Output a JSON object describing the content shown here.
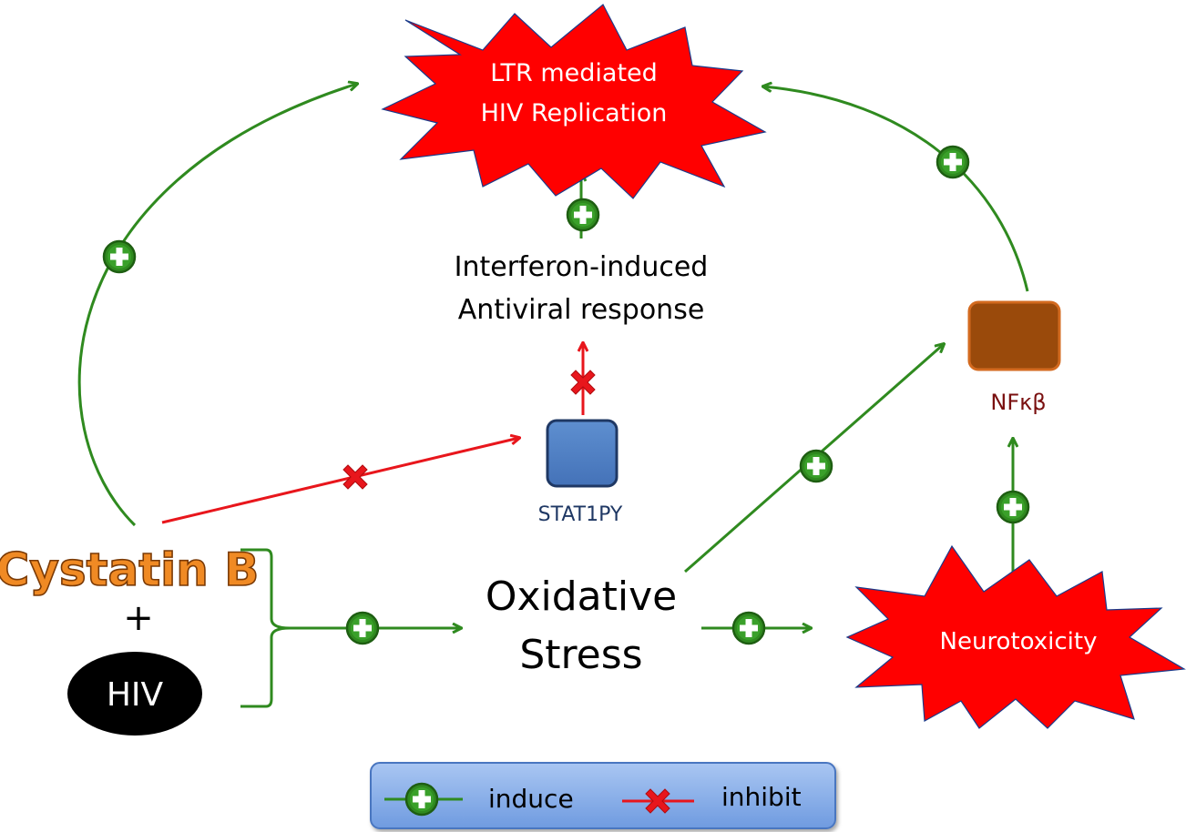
{
  "labels": {
    "ltr_line1": "LTR mediated",
    "ltr_line2": "HIV Replication",
    "interferon_line1": "Interferon-induced",
    "interferon_line2": "Antiviral response",
    "stat1py": "STAT1PY",
    "nfkb": "NFκβ",
    "cystatin": "Cystatin B",
    "plus": "+",
    "hiv": "HIV",
    "oxidative_line1": "Oxidative",
    "oxidative_line2": "Stress",
    "neurotoxicity": "Neurotoxicity"
  },
  "legend": {
    "induce": "induce",
    "inhibit": "inhibit"
  },
  "colors": {
    "induce_green": "#2f8a1f",
    "induce_dark": "#1e5e12",
    "inhibit_red": "#e8161c",
    "burst_red": "#ff0000",
    "stat1py_blue": "#4f7fc0",
    "stat1py_text": "#1f3864",
    "nfkb_brown": "#9a4a0b",
    "nfkb_text": "#7a1010",
    "cystatin_orange": "#f08a24",
    "legend_blue": "#8fb4ea"
  },
  "icons": {
    "induce": "plus-circle-icon",
    "inhibit": "red-x-icon"
  }
}
